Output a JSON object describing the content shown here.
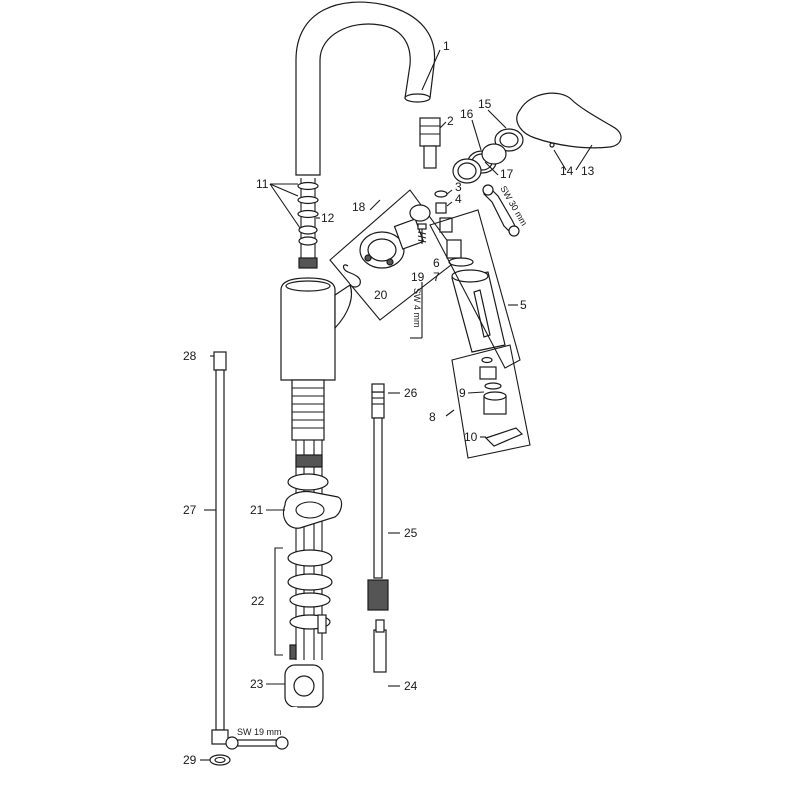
{
  "labels": {
    "l1": "1",
    "l2": "2",
    "l3": "3",
    "l4": "4",
    "l5": "5",
    "l6": "6",
    "l7": "7",
    "l8": "8",
    "l9": "9",
    "l10": "10",
    "l11": "11",
    "l12": "12",
    "l13": "13",
    "l14": "14",
    "l15": "15",
    "l16": "16",
    "l17": "17",
    "l18": "18",
    "l19": "19",
    "l20": "20",
    "l21": "21",
    "l22": "22",
    "l23": "23",
    "l24": "24",
    "l25": "25",
    "l26": "26",
    "l27": "27",
    "l28": "28",
    "l29": "29"
  },
  "tools": {
    "wrench_30": "SW 30 mm",
    "hex_4": "SW 4 mm",
    "wrench_19": "SW 19 mm"
  }
}
